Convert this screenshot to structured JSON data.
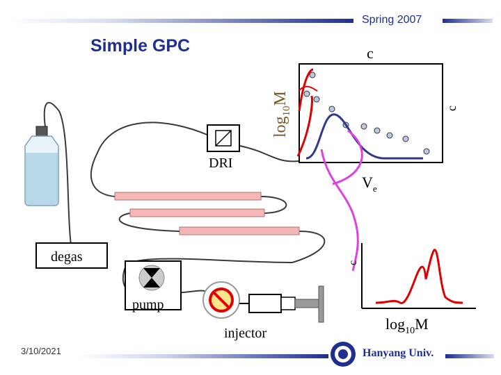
{
  "header": {
    "text": "Spring 2007"
  },
  "title": "Simple GPC",
  "footer": {
    "date": "3/10/2021",
    "university": "Hanyang Univ."
  },
  "labels": {
    "dri": "DRI",
    "degas": "degas",
    "pump": "pump",
    "injector": "injector",
    "c_top": "c",
    "c_right": "c",
    "c_lower": "c",
    "log_axis_main": "log",
    "log_axis_sub": "10",
    "log_axis_unit": "M",
    "ve_main": "V",
    "ve_sub": "e",
    "log_bottom_main": "log",
    "log_bottom_sub": "10",
    "log_bottom_unit": "M"
  },
  "colors": {
    "brand": "#1f2f8f",
    "tube": "#3a3a3a",
    "column": "#f5b6b6",
    "red_curve": "#e00000",
    "blue_curve": "#303a8a",
    "pink_curve": "#e040e0",
    "point_fill": "#bcc8e0",
    "bottle": "#b8d8ea"
  },
  "icons": [
    "seal-icon",
    "arrow-bowtie-icon",
    "no-entry-icon",
    "detector-icon"
  ]
}
